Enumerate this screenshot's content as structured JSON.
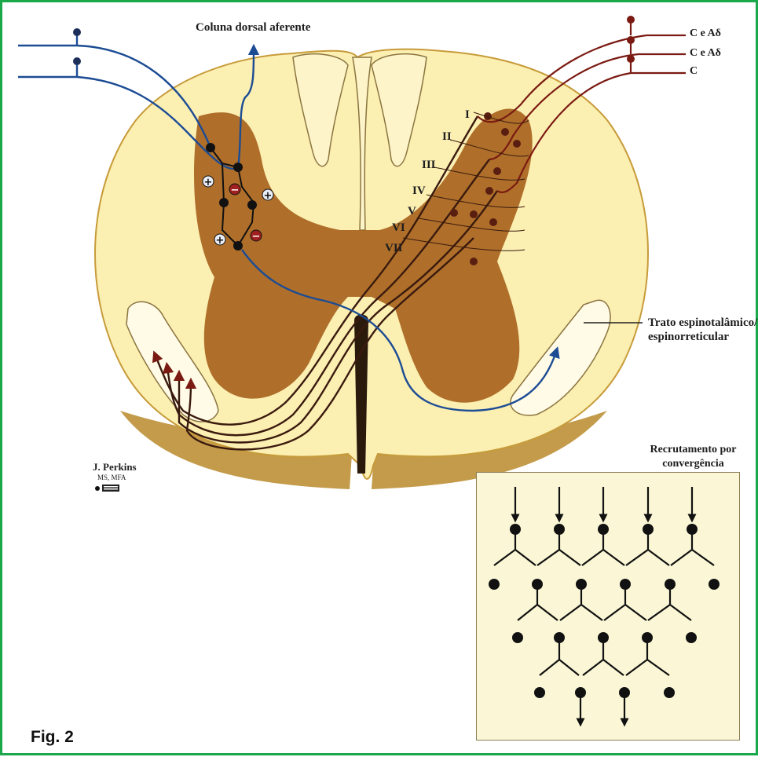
{
  "labels": {
    "dorsal_column": "Coluna dorsal aferente",
    "fiber_1": "C e Aδ",
    "fiber_2": "C e Aδ",
    "fiber_3": "C",
    "tract": "Trato espinotalâmico/ espinorreticular",
    "convergence": "Recrutamento por convergência",
    "author_name": "J. Perkins",
    "author_credentials": "MS, MFA",
    "figure": "Fig. 2"
  },
  "laminae": [
    "I",
    "II",
    "III",
    "IV",
    "V",
    "VI",
    "VII"
  ],
  "signs": {
    "excitatory": "+",
    "inhibitory": "−"
  },
  "colors": {
    "frame": "#1aa84a",
    "white_matter": "#fbefb2",
    "gray_matter": "#a8641e",
    "blue_fiber": "#1c4c94",
    "red_fiber": "#8a1c14",
    "neuron": "#1d1d1d",
    "box_background": "#fbf7d6"
  }
}
